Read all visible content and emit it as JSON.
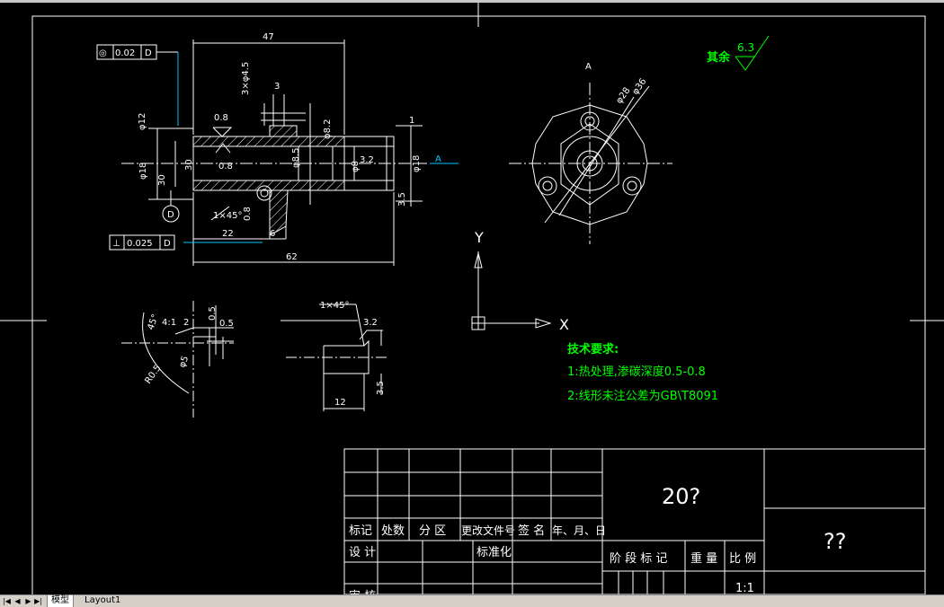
{
  "app": "AutoCAD drawing view",
  "colors": {
    "background": "#000000",
    "line": "#ffffff",
    "green": "#00ff00",
    "cyan": "#00c8ff",
    "table": "#ffffff"
  },
  "dims": {
    "d47": "47",
    "d3x45": "3×φ4.5",
    "d3": "3",
    "d08a": "0.8",
    "d08b": "0.8",
    "d12": "φ12",
    "d30": "30",
    "d18a": "φ18",
    "d8": "φ8",
    "d82": "φ8.2",
    "d85": "φ8.5",
    "d32": "3.2",
    "d18b": "φ18",
    "d1": "1",
    "d35": "3.5",
    "d1x45": "1×45°",
    "d08c": "0.8",
    "d22": "22",
    "d6": "6",
    "d62": "62",
    "dA": "A",
    "dD": "D"
  },
  "fcf": {
    "top_symbol": "◎",
    "top_value": "0.02",
    "top_datum": "D",
    "bot_symbol": "⊥",
    "bot_value": "0.025",
    "bot_datum": "D"
  },
  "view_a": {
    "label": "A",
    "d28": "φ28",
    "d36": "φ36"
  },
  "roughness": {
    "label": "其余",
    "value": "6.3"
  },
  "detail1": {
    "d45": "45°",
    "d4": "4:1",
    "d2": "2",
    "d05a": "0.5",
    "d05b": "0.5",
    "d50": "φ5",
    "dR": "R0.5"
  },
  "detail2": {
    "d1x45": "1×45°",
    "d32": "3.2",
    "d35": "3.5",
    "d12": "12"
  },
  "ucs": {
    "y": "Y",
    "x": "X"
  },
  "notes": {
    "title": "技术要求:",
    "line1": "1:热处理,渗碳深度0.5-0.8",
    "line2": "2:线形未注公差为GB\\T8091"
  },
  "titleblock": {
    "part_name": "20?",
    "company": "??",
    "row_labels": {
      "mark": "标记",
      "count": "处数",
      "zone": "分 区",
      "doc": "更改文件号",
      "sign": "签 名",
      "date": "年、月、日"
    },
    "design": "设 计",
    "standard": "标准化",
    "stage": "阶 段 标 记",
    "weight": "重 量",
    "scale_label": "比 例",
    "scale_value": "1:1",
    "check": "审 核"
  },
  "tabs": {
    "model": "模型",
    "layout": "Layout1"
  }
}
